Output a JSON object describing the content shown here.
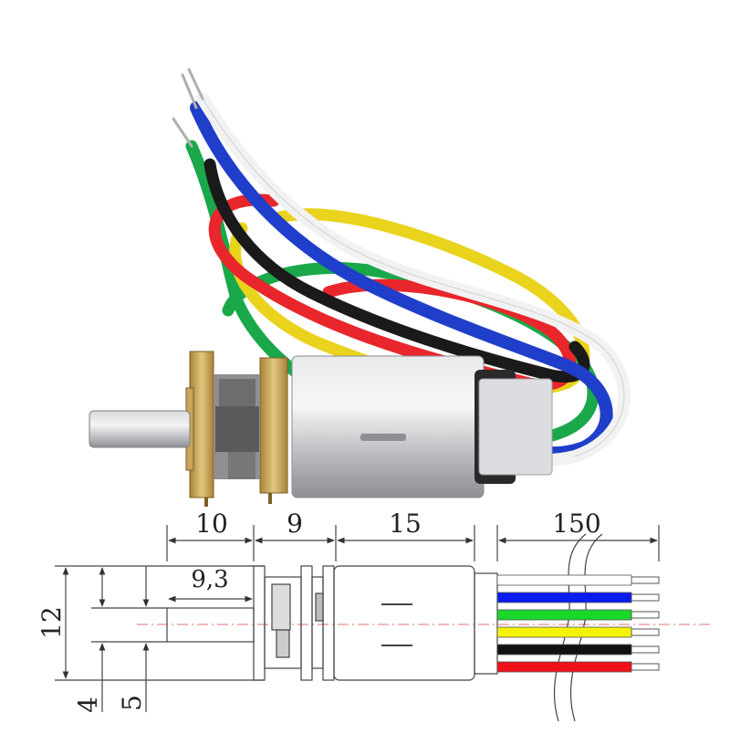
{
  "dimensions": {
    "gearbox_length": "10",
    "gear_plate_length": "9",
    "motor_length": "15",
    "wire_length": "150",
    "shaft_length": "9,3",
    "height": "12",
    "shaft_offset": "4",
    "shaft_height": "5"
  },
  "wires": {
    "colors": [
      "#ffffff",
      "#0a1cf0",
      "#19d82a",
      "#f5f20a",
      "#111111",
      "#f0101a"
    ],
    "icons": [
      "white-wire-icon",
      "blue-wire-icon",
      "green-wire-icon",
      "yellow-wire-icon",
      "black-wire-icon",
      "red-wire-icon"
    ]
  },
  "colors": {
    "brass": "#c9a45a",
    "motor_silver": "#c8cacc",
    "line": "#444444"
  }
}
